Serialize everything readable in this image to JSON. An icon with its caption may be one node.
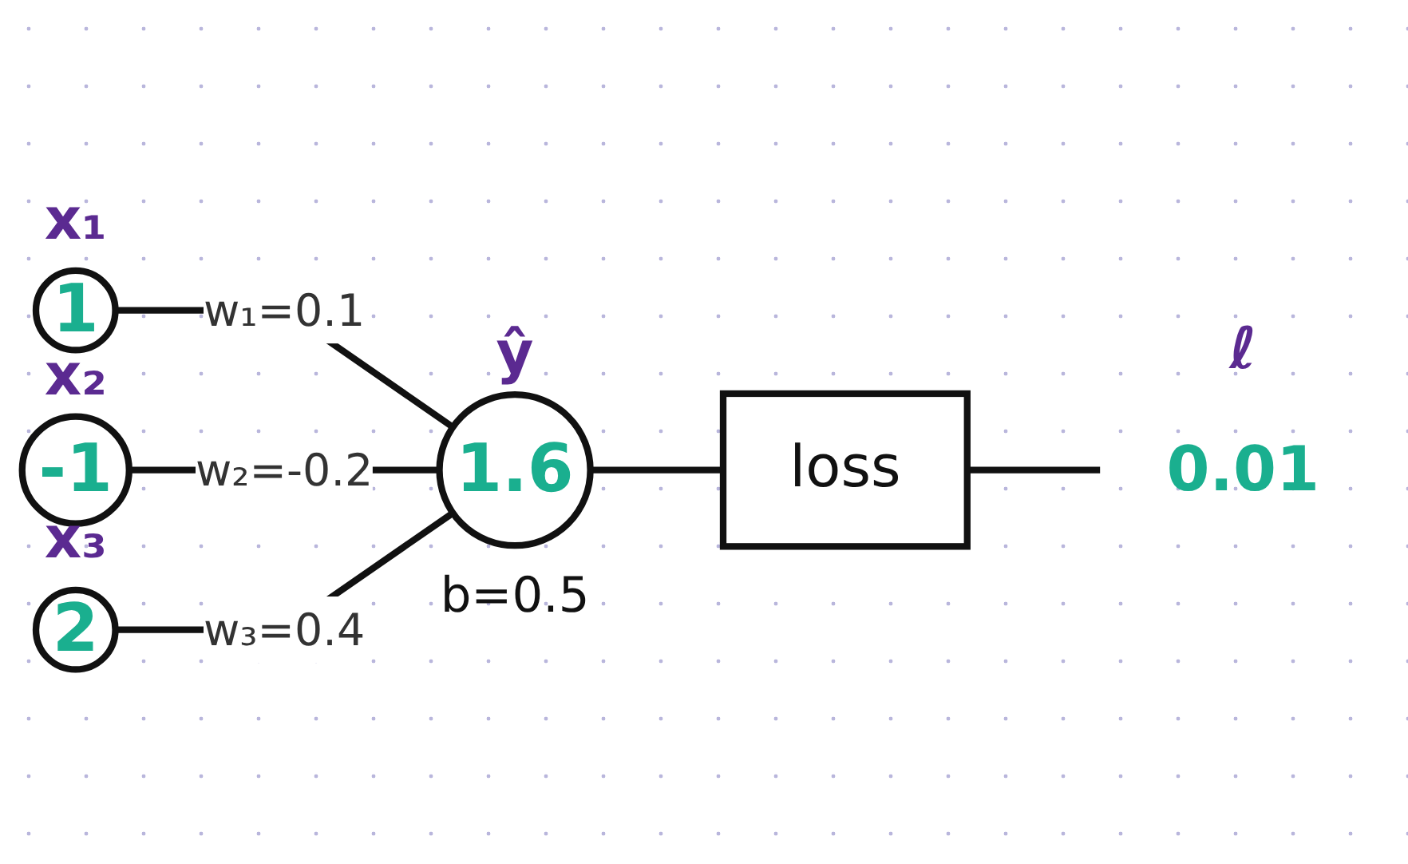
{
  "diagram": {
    "nodes": [
      {
        "text": [
          "1"
        ],
        "beside": [
          "x₁"
        ]
      },
      {
        "text": [
          "-1"
        ],
        "beside": [
          "x₂"
        ]
      },
      {
        "text": [
          "2"
        ],
        "beside": [
          "x₃"
        ]
      },
      {
        "text": [
          "1.6"
        ],
        "beside": [
          "ŷ",
          "b=0.5"
        ]
      },
      {
        "text": [
          "loss"
        ]
      },
      {
        "text": [
          "0.01"
        ],
        "beside": [
          "ℓ"
        ]
      }
    ],
    "edges": [
      {
        "from": 0,
        "to": 3,
        "arrow": "none",
        "label": "w₁=0.1"
      },
      {
        "from": 1,
        "to": 3,
        "arrow": "none",
        "label": "w₂=-0.2"
      },
      {
        "from": 2,
        "to": 3,
        "arrow": "none",
        "label": "w₃=0.4"
      },
      {
        "from": 3,
        "to": 4,
        "arrow": "none"
      },
      {
        "from": 4,
        "to": 5,
        "arrow": "none"
      }
    ]
  }
}
